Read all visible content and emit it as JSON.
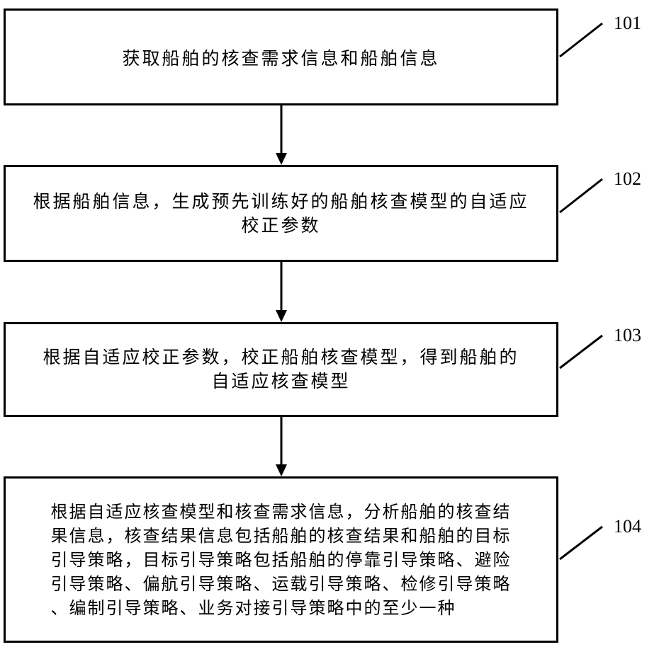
{
  "steps": [
    {
      "id": "101",
      "lines": [
        "获取船舶的核查需求信息和船舶信息"
      ]
    },
    {
      "id": "102",
      "lines": [
        "根据船舶信息，生成预先训练好的船舶核查模型的自适应",
        "校正参数"
      ]
    },
    {
      "id": "103",
      "lines": [
        "根据自适应校正参数，校正船舶核查模型，得到船舶的",
        "自适应核查模型"
      ]
    },
    {
      "id": "104",
      "lines": [
        "根据自适应核查模型和核查需求信息，分析船舶的核查结",
        "果信息，核查结果信息包括船舶的核查结果和船舶的目标",
        "引导策略，目标引导策略包括船舶的停靠引导策略、避险",
        "引导策略、偏航引导策略、运载引导策略、检修引导策略",
        "、编制引导策略、业务对接引导策略中的至少一种"
      ]
    }
  ]
}
